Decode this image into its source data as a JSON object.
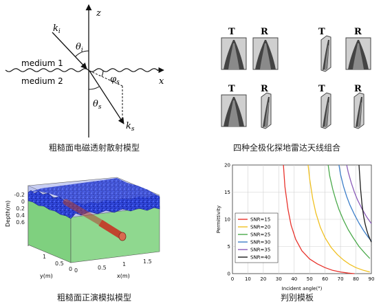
{
  "scattering": {
    "caption": "粗糙面电磁透射散射模型",
    "z_label": "z",
    "x_label": "x",
    "ki_label": "k",
    "ki_sub": "i",
    "theta_i_label": "θ",
    "theta_i_sub": "i",
    "medium1": "medium 1",
    "medium2": "medium 2",
    "phi_s_label": "φ",
    "phi_s_sub": "s",
    "theta_s_label": "θ",
    "theta_s_sub": "s",
    "ks_label": "k",
    "ks_sub": "s"
  },
  "antennas": {
    "caption": "四种全极化探地雷达天线组合",
    "t_label": "T",
    "r_label": "R"
  },
  "model3d": {
    "caption": "粗糙面正演模拟模型",
    "z_axis_label": "Depth(m)",
    "x_axis_label": "x(m)",
    "y_axis_label": "y(m)",
    "z_ticks": [
      "-0.2",
      "0",
      "0.2",
      "0.4",
      "0.6"
    ],
    "x_ticks": [
      "0",
      "0.5",
      "1",
      "1.5"
    ],
    "y_ticks": [
      "1",
      "0.5",
      "0"
    ],
    "colors": {
      "surface": "#2b3fd0",
      "soil": "#7fd07f",
      "air": "#9aa6e8",
      "pipe": "#c0442e"
    }
  },
  "chart_data": {
    "type": "line",
    "caption": "判别模板",
    "xlabel": "Incident angle(°)",
    "ylabel": "Permittivity",
    "xlim": [
      0,
      90
    ],
    "ylim": [
      0,
      20
    ],
    "xticks": [
      0,
      10,
      20,
      30,
      40,
      50,
      60,
      70,
      80,
      90
    ],
    "yticks": [
      0,
      5,
      10,
      15,
      20
    ],
    "grid": true,
    "legend_position": "left",
    "series": [
      {
        "name": "SNR=15",
        "color": "#e8312a",
        "x": [
          33,
          34,
          36,
          38,
          41,
          45,
          50,
          55,
          60,
          65,
          70,
          75,
          79
        ],
        "y": [
          20,
          16,
          11.8,
          8.9,
          6.3,
          4.2,
          2.7,
          1.8,
          1.1,
          0.6,
          0.3,
          0.1,
          0
        ]
      },
      {
        "name": "SNR=20",
        "color": "#f0c020",
        "x": [
          49,
          50,
          52,
          54,
          57,
          60,
          64,
          68,
          72,
          76,
          80,
          85,
          89
        ],
        "y": [
          20,
          17.5,
          13.8,
          11.2,
          8.5,
          6.6,
          4.8,
          3.5,
          2.5,
          1.7,
          1.1,
          0.6,
          0.3
        ]
      },
      {
        "name": "SNR=25",
        "color": "#4aa94a",
        "x": [
          62,
          63,
          65,
          67,
          69,
          72,
          75,
          78,
          82,
          86,
          89
        ],
        "y": [
          20,
          18,
          15.5,
          13.5,
          11.8,
          9.8,
          8.1,
          6.7,
          5,
          3.7,
          2.8
        ]
      },
      {
        "name": "SNR=30",
        "color": "#3a7dc8",
        "x": [
          69,
          70,
          72,
          74,
          76,
          79,
          82,
          85,
          88,
          90
        ],
        "y": [
          20,
          18.3,
          16,
          14.2,
          12.7,
          10.9,
          9.3,
          7.9,
          6.7,
          6
        ]
      },
      {
        "name": "SNR=35",
        "color": "#8a5bb8",
        "x": [
          74,
          75,
          77,
          79,
          81,
          84,
          87,
          90
        ],
        "y": [
          20,
          18.7,
          16.7,
          15,
          13.6,
          11.9,
          10.4,
          9.2
        ]
      },
      {
        "name": "SNR=40",
        "color": "#1a1a1a",
        "x": [
          82,
          83,
          84,
          85,
          86,
          87,
          88,
          89,
          90
        ],
        "y": [
          20,
          15.6,
          12.6,
          10.5,
          9.1,
          8,
          7.1,
          6.4,
          5.8
        ]
      }
    ]
  }
}
